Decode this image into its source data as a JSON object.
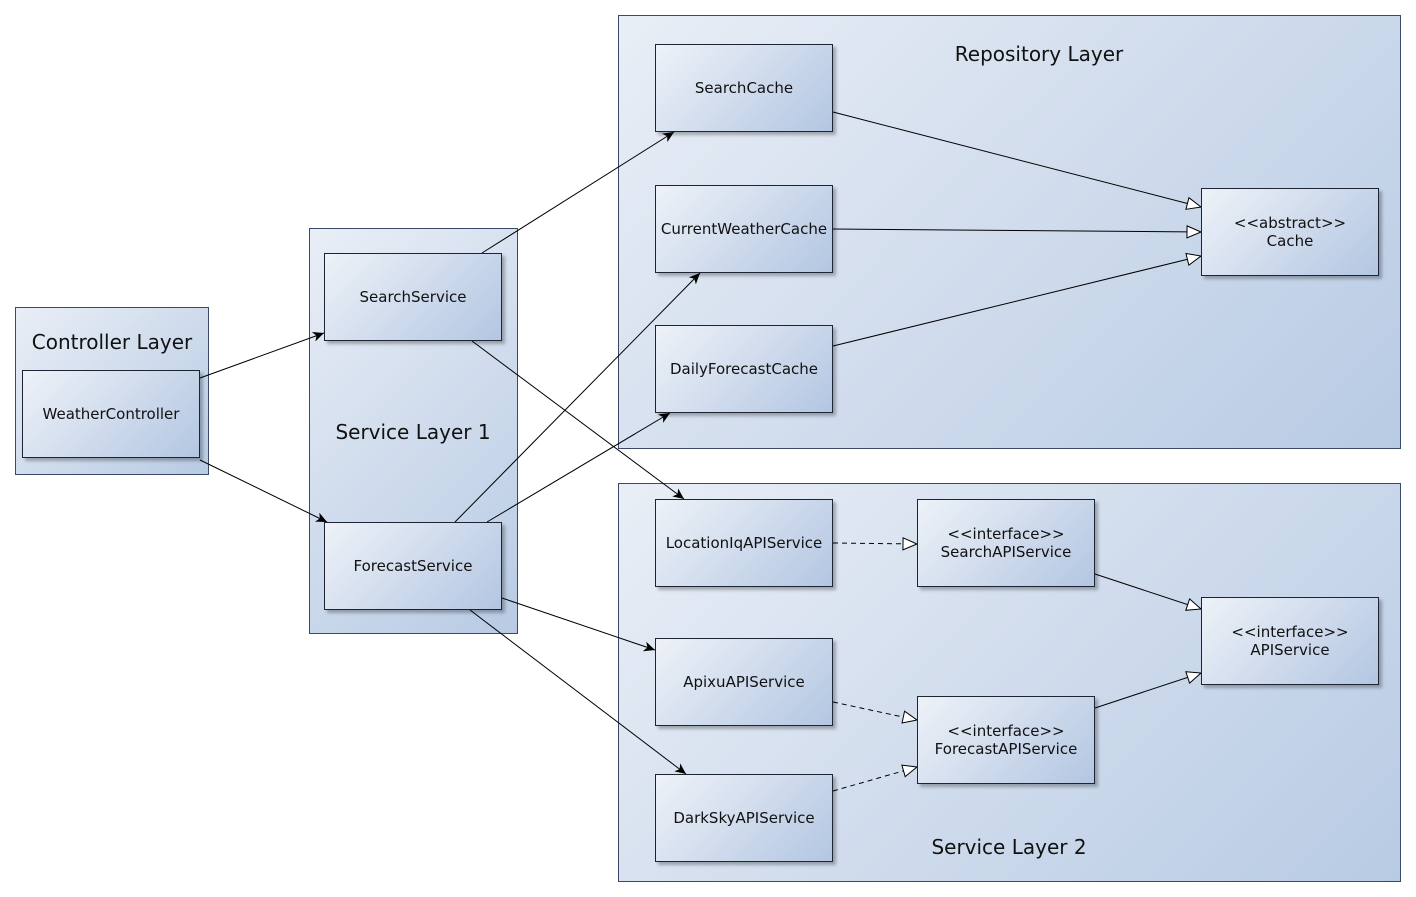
{
  "layers": {
    "controller": {
      "title": "Controller Layer"
    },
    "service1": {
      "title": "Service Layer 1"
    },
    "repository": {
      "title": "Repository Layer"
    },
    "service2": {
      "title": "Service Layer 2"
    }
  },
  "nodes": {
    "weather_controller": {
      "label": "WeatherController"
    },
    "search_service": {
      "label": "SearchService"
    },
    "forecast_service": {
      "label": "ForecastService"
    },
    "search_cache": {
      "label": "SearchCache"
    },
    "current_weather_cache": {
      "label": "CurrentWeatherCache"
    },
    "daily_forecast_cache": {
      "label": "DailyForecastCache"
    },
    "cache": {
      "stereotype": "<<abstract>>",
      "label": "Cache"
    },
    "location_iq_api_service": {
      "label": "LocationIqAPIService"
    },
    "apixu_api_service": {
      "label": "ApixuAPIService"
    },
    "dark_sky_api_service": {
      "label": "DarkSkyAPIService"
    },
    "search_api_service": {
      "stereotype": "<<interface>>",
      "label": "SearchAPIService"
    },
    "forecast_api_service": {
      "stereotype": "<<interface>>",
      "label": "ForecastAPIService"
    },
    "api_service": {
      "stereotype": "<<interface>>",
      "label": "APIService"
    }
  },
  "edges": [
    {
      "from": "weather_controller",
      "to": "search_service",
      "kind": "association"
    },
    {
      "from": "weather_controller",
      "to": "forecast_service",
      "kind": "association"
    },
    {
      "from": "search_service",
      "to": "search_cache",
      "kind": "association"
    },
    {
      "from": "search_service",
      "to": "location_iq_api_service",
      "kind": "association"
    },
    {
      "from": "forecast_service",
      "to": "current_weather_cache",
      "kind": "association"
    },
    {
      "from": "forecast_service",
      "to": "daily_forecast_cache",
      "kind": "association"
    },
    {
      "from": "forecast_service",
      "to": "apixu_api_service",
      "kind": "association"
    },
    {
      "from": "forecast_service",
      "to": "dark_sky_api_service",
      "kind": "association"
    },
    {
      "from": "search_cache",
      "to": "cache",
      "kind": "generalization"
    },
    {
      "from": "current_weather_cache",
      "to": "cache",
      "kind": "generalization"
    },
    {
      "from": "daily_forecast_cache",
      "to": "cache",
      "kind": "generalization"
    },
    {
      "from": "location_iq_api_service",
      "to": "search_api_service",
      "kind": "realization"
    },
    {
      "from": "apixu_api_service",
      "to": "forecast_api_service",
      "kind": "realization"
    },
    {
      "from": "dark_sky_api_service",
      "to": "forecast_api_service",
      "kind": "realization"
    },
    {
      "from": "search_api_service",
      "to": "api_service",
      "kind": "generalization"
    },
    {
      "from": "forecast_api_service",
      "to": "api_service",
      "kind": "generalization"
    }
  ],
  "colors": {
    "line": "#000000",
    "node_border": "#1d2433",
    "fill_light": "#eef2f8",
    "fill_dark": "#b3c6e2"
  }
}
